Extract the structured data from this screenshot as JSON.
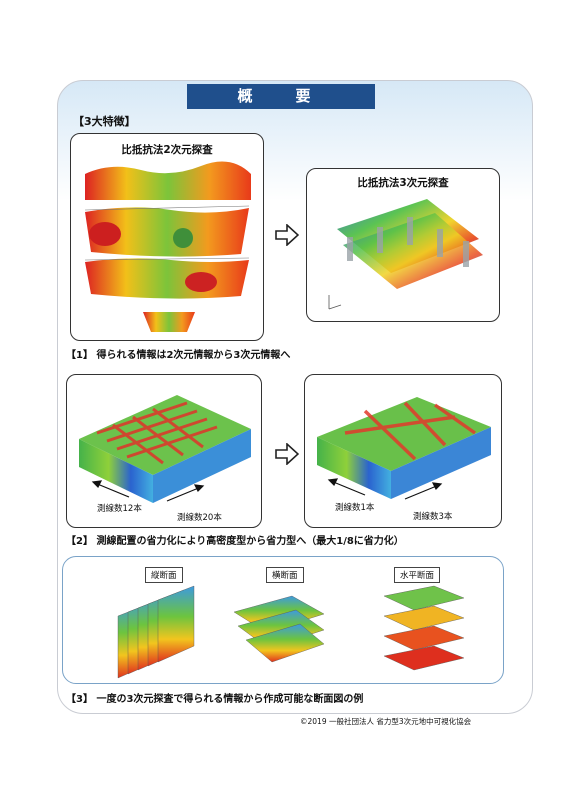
{
  "header": {
    "title": "概　要"
  },
  "section": {
    "title": "【3大特徴】"
  },
  "feature1": {
    "panel_2d_title": "比抵抗法2次元探査",
    "panel_3d_title": "比抵抗法3次元探査",
    "caption": "【1】 得られる情報は2次元情報から3次元情報へ"
  },
  "feature2": {
    "left_label_a": "測線数12本",
    "left_label_b": "測線数20本",
    "right_label_a": "測線数1本",
    "right_label_b": "測線数3本",
    "caption": "【2】 測線配置の省力化により高密度型から省力型へ（最大1/8に省力化）"
  },
  "feature3": {
    "tag_vertical": "縦断面",
    "tag_cross": "横断面",
    "tag_horizontal": "水平断面",
    "caption": "【3】 一度の3次元探査で得られる情報から作成可能な断面図の例"
  },
  "footer": {
    "copyright": "©2019 一般社団法人 省力型3次元地中可視化協会"
  },
  "colors": {
    "banner": "#1f4f8c",
    "frame_border": "#c9ccd3",
    "box3_border": "#7aa3c8"
  }
}
